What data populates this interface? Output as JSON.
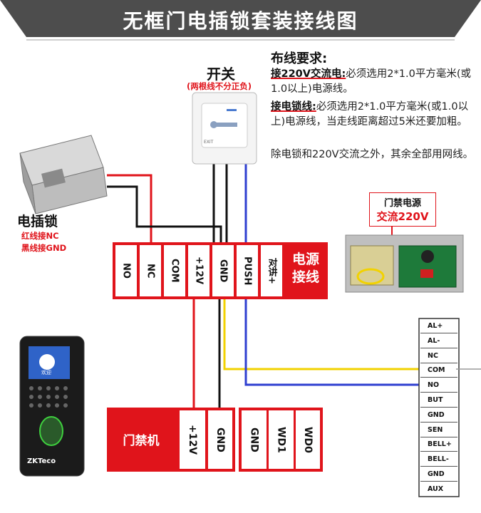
{
  "title": "无框门电插锁套装接线图",
  "switch": {
    "label": "开关",
    "note": "(两根线不分正负)",
    "exit_text": "EXIT"
  },
  "wiring_requirements": {
    "heading": "布线要求:",
    "line1_em": "接220V交流电:",
    "line1_rest": "必须选用2*1.0平方毫米(或1.0以上)电源线。",
    "line2_em": "接电锁线:",
    "line2_rest": "必须选用2*1.0平方毫米(或1.0以上)电源线，当走线距离超过5米还要加粗。",
    "line3": "除电锁和220V交流之外，其余全部用网线。"
  },
  "lock": {
    "label": "电插锁",
    "note1": "红线接NC",
    "note2": "黑线接GND"
  },
  "power_supply": {
    "label1": "门禁电源",
    "label2": "交流220V"
  },
  "power_terminal": {
    "label_line1": "电源",
    "label_line2": "接线",
    "pins": [
      "NO",
      "NC",
      "COM",
      "+12V",
      "GND",
      "PUSH",
      "对讲+"
    ]
  },
  "controller": {
    "label": "门禁机",
    "pins_left": [
      "+12V",
      "GND"
    ],
    "pins_right": [
      "GND",
      "WD1",
      "WD0"
    ],
    "screen_text": "欢迎",
    "brand": "ZKTeco"
  },
  "right_terminal": [
    "AL+",
    "AL-",
    "NC",
    "COM",
    "NO",
    "BUT",
    "GND",
    "SEN",
    "BELL+",
    "BELL-",
    "GND",
    "AUX"
  ],
  "colors": {
    "accent_red": "#e0141b",
    "banner_gray": "#4d4d4d",
    "wire_blue": "#2f3fd0",
    "wire_yellow": "#f2d200",
    "wire_red": "#e0141b",
    "wire_black": "#111111"
  }
}
